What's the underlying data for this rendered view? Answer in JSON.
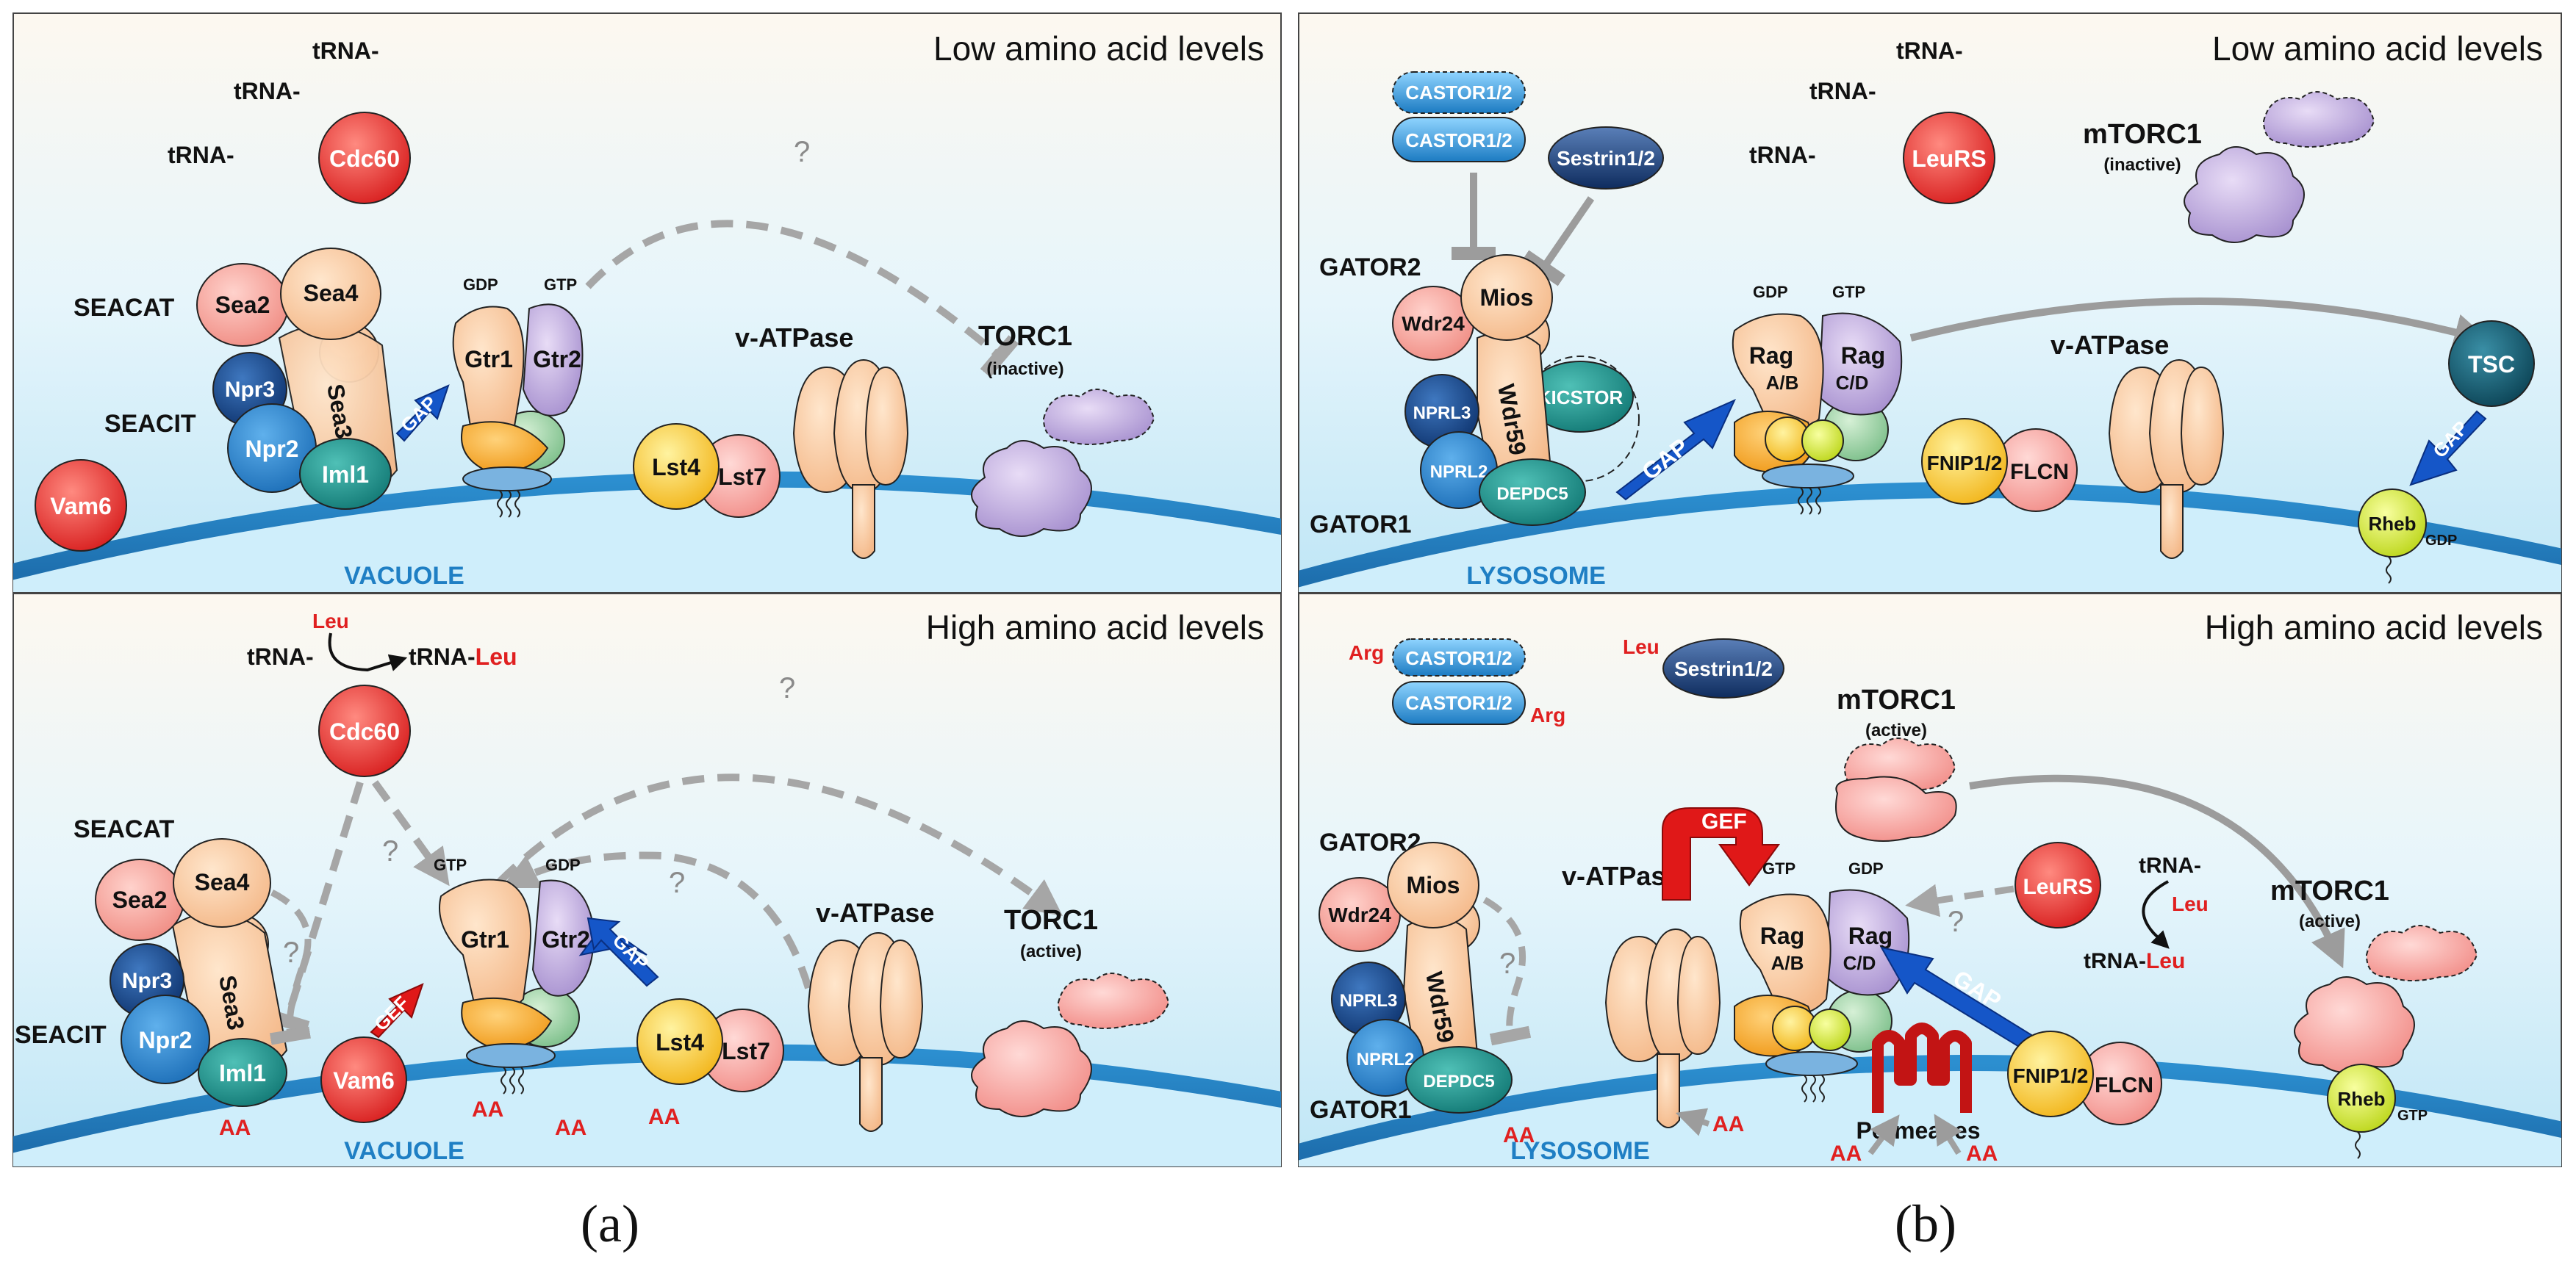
{
  "panels": {
    "a": {
      "caption": "(a)",
      "low": {
        "title": "Low amino acid levels",
        "membrane": "VACUOLE",
        "trna": [
          "tRNA-",
          "tRNA-",
          "tRNA-"
        ],
        "cdc60": "Cdc60",
        "seacat": "SEACAT",
        "seacit": "SEACIT",
        "sea2": "Sea2",
        "sea4": "Sea4",
        "sea3": "Sea3",
        "npr3": "Npr3",
        "npr2": "Npr2",
        "iml1": "Iml1",
        "vam6": "Vam6",
        "gap": "GAP",
        "gdp": "GDP",
        "gtp": "GTP",
        "gtr1": "Gtr1",
        "gtr2": "Gtr2",
        "q": "?",
        "lst4": "Lst4",
        "lst7": "Lst7",
        "vatpase": "v-ATPase",
        "torc1": "TORC1",
        "torc1_state": "(inactive)"
      },
      "high": {
        "title": "High amino acid levels",
        "membrane": "VACUOLE",
        "leu": "Leu",
        "trna": "tRNA-",
        "trna_leu_prefix": "tRNA-",
        "trna_leu_suffix": "Leu",
        "cdc60": "Cdc60",
        "seacat": "SEACAT",
        "seacit": "SEACIT",
        "sea2": "Sea2",
        "sea4": "Sea4",
        "sea3": "Sea3",
        "npr3": "Npr3",
        "npr2": "Npr2",
        "iml1": "Iml1",
        "vam6": "Vam6",
        "gef": "GEF",
        "gap": "GAP",
        "gtp": "GTP",
        "gdp": "GDP",
        "gtr1": "Gtr1",
        "gtr2": "Gtr2",
        "q": "?",
        "lst4": "Lst4",
        "lst7": "Lst7",
        "vatpase": "v-ATPase",
        "torc1": "TORC1",
        "torc1_state": "(active)",
        "aa": "AA"
      }
    },
    "b": {
      "caption": "(b)",
      "low": {
        "title": "Low amino acid levels",
        "membrane": "LYSOSOME",
        "castor": "CASTOR1/2",
        "sestrin": "Sestrin1/2",
        "trna": [
          "tRNA-",
          "tRNA-",
          "tRNA-"
        ],
        "leurs": "LeuRS",
        "mtorc1": "mTORC1",
        "mtorc1_state": "(inactive)",
        "gator2": "GATOR2",
        "gator1": "GATOR1",
        "wdr24": "Wdr24",
        "mios": "Mios",
        "wdr59": "Wdr59",
        "nprl3": "NPRL3",
        "nprl2": "NPRL2",
        "depdc5": "DEPDC5",
        "kicstor": "KICSTOR",
        "gap": "GAP",
        "gdp": "GDP",
        "gtp": "GTP",
        "rag_ab": "Rag",
        "rag_ab_sub": "A/B",
        "rag_cd": "Rag",
        "rag_cd_sub": "C/D",
        "vatpase": "v-ATPase",
        "fnip": "FNIP1/2",
        "flcn": "FLCN",
        "tsc": "TSC",
        "rheb": "Rheb",
        "rheb_nuc": "GDP"
      },
      "high": {
        "title": "High amino acid levels",
        "membrane": "LYSOSOME",
        "arg": "Arg",
        "castor": "CASTOR1/2",
        "leu": "Leu",
        "sestrin": "Sestrin1/2",
        "mtorc1": "mTORC1",
        "mtorc1_state": "(active)",
        "gator2": "GATOR2",
        "gator1": "GATOR1",
        "wdr24": "Wdr24",
        "mios": "Mios",
        "wdr59": "Wdr59",
        "nprl3": "NPRL3",
        "nprl2": "NPRL2",
        "depdc5": "DEPDC5",
        "gef": "GEF",
        "vatpase": "v-ATPase",
        "gtp": "GTP",
        "gdp": "GDP",
        "rag_ab": "Rag",
        "rag_ab_sub": "A/B",
        "rag_cd": "Rag",
        "rag_cd_sub": "C/D",
        "leurs": "LeuRS",
        "trna": "tRNA-",
        "trna_leu_prefix": "tRNA-",
        "trna_leu_suffix": "Leu",
        "gap": "GAP",
        "fnip": "FNIP1/2",
        "flcn": "FLCN",
        "permeases": "Permeases",
        "rheb": "Rheb",
        "rheb_nuc": "GTP",
        "q": "?",
        "aa": "AA"
      }
    }
  },
  "colors": {
    "background": "#e6f5fb",
    "membrane": "#2c8fd0",
    "red_protein": "#e8322e",
    "peach": "#f7c8a0",
    "pink": "#f8a8a0",
    "navy": "#1b4f8a",
    "blue": "#2a7cc7",
    "teal": "#1f8f8a",
    "purple": "#c9b6e0",
    "lavender": "#b9a8d8",
    "yellow": "#f6d23a",
    "green": "#8fc89a",
    "gap_blue": "#1556c8",
    "gef_red": "#e01818",
    "arrow_grey": "#a0a0a0"
  }
}
